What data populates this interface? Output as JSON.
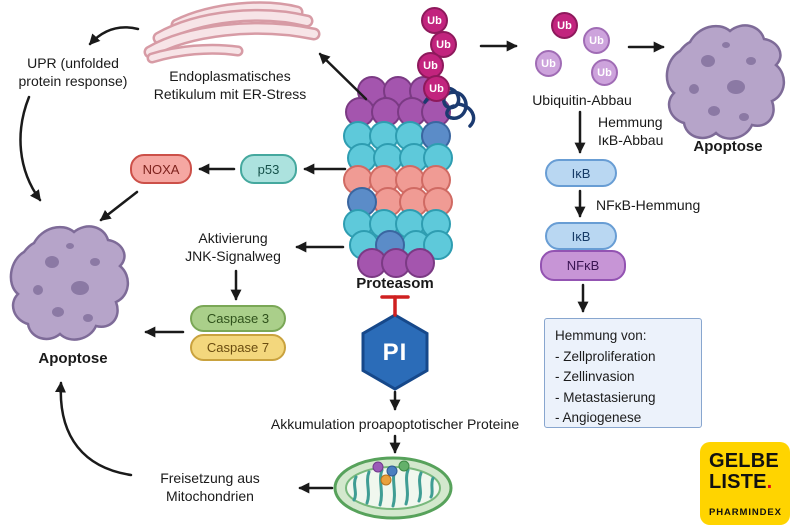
{
  "labels": {
    "upr": "UPR (unfolded\nprotein response)",
    "er": "Endoplasmatisches\nRetikulum mit ER-Stress",
    "jnk": "Aktivierung\nJNK-Signalweg",
    "proteasom": "Proteasom",
    "apoptose_left": "Apoptose",
    "apoptose_right": "Apoptose",
    "ubiquitin_abbau": "Ubiquitin-Abbau",
    "hemmung_ikb": "Hemmung\nIκB-Abbau",
    "nfkb_hemmung": "NFκB-Hemmung",
    "akkumulation": "Akkumulation proapoptotischer Proteine",
    "freisetzung": "Freisetzung aus\nMitochondrien"
  },
  "nodes": {
    "noxa": "NOXA",
    "p53": "p53",
    "caspase3": "Caspase 3",
    "caspase7": "Caspase 7",
    "ikb1": "IκB",
    "ikb2": "IκB",
    "nfkb": "NFκB",
    "pi": "PI",
    "ub": "Ub"
  },
  "hemmung_box": {
    "title": "Hemmung von:",
    "items": [
      "- Zellproliferation",
      "- Zellinvasion",
      "- Metastasierung",
      "- Angiogenese"
    ]
  },
  "logo": {
    "line1": "GELBE",
    "line2": "LISTE",
    "dot": ".",
    "sub": "PHARMINDEX"
  },
  "colors": {
    "arrow_black": "#1a1a1a",
    "inhibitor_red": "#cf2020",
    "pi_hexagon_blue": "#2b6cb8",
    "ub_magenta": "#c2247e",
    "ub_light_purple": "#cda3dc",
    "noxa_pink": "#f5a7a2",
    "p53_teal": "#ace2de",
    "caspase3_green": "#aacf8a",
    "caspase7_yellow": "#f3d77d",
    "ikb_blue": "#b9d7f2",
    "nfkb_purple": "#c795d6",
    "hemmung_box_blue": "#ecf2fb",
    "apoptose_purple": "#b6a4c9",
    "er_pink": "#f7e4e7",
    "mito_green": "#d3e8cd",
    "logo_yellow": "#ffd400",
    "logo_dot_red": "#e3001b"
  }
}
